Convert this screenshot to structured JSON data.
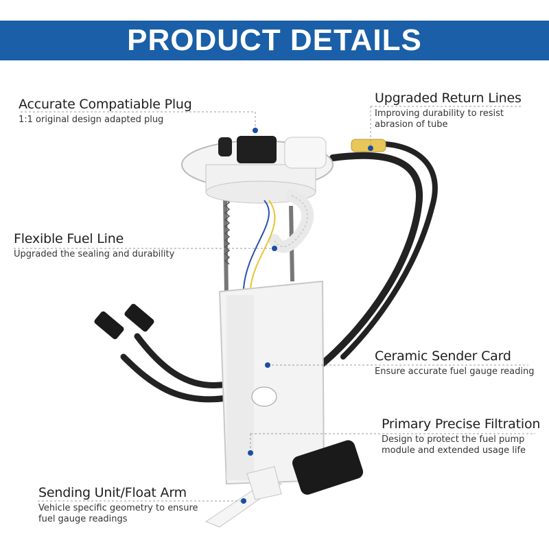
{
  "header": {
    "title": "PRODUCT DETAILS"
  },
  "colors": {
    "banner": "#1a5fa8",
    "dot": "#1a4fa0",
    "hose": "#222222",
    "body": "#f3f3f3"
  },
  "features": [
    {
      "title": "Accurate Compatiable Plug",
      "desc": "1:1 original design adapted plug"
    },
    {
      "title": "Upgraded Return Lines",
      "desc": "Improving durability to resist abrasion of tube"
    },
    {
      "title": "Flexible Fuel Line",
      "desc": "Upgraded the sealing and durability"
    },
    {
      "title": "Ceramic Sender Card",
      "desc": "Ensure accurate fuel gauge reading"
    },
    {
      "title": "Primary Precise Filtration",
      "desc": "Design to protect the fuel pump module and extended usage life"
    },
    {
      "title": "Sending Unit/Float Arm",
      "desc": "Vehicle specific geometry to ensure fuel gauge readings"
    }
  ]
}
